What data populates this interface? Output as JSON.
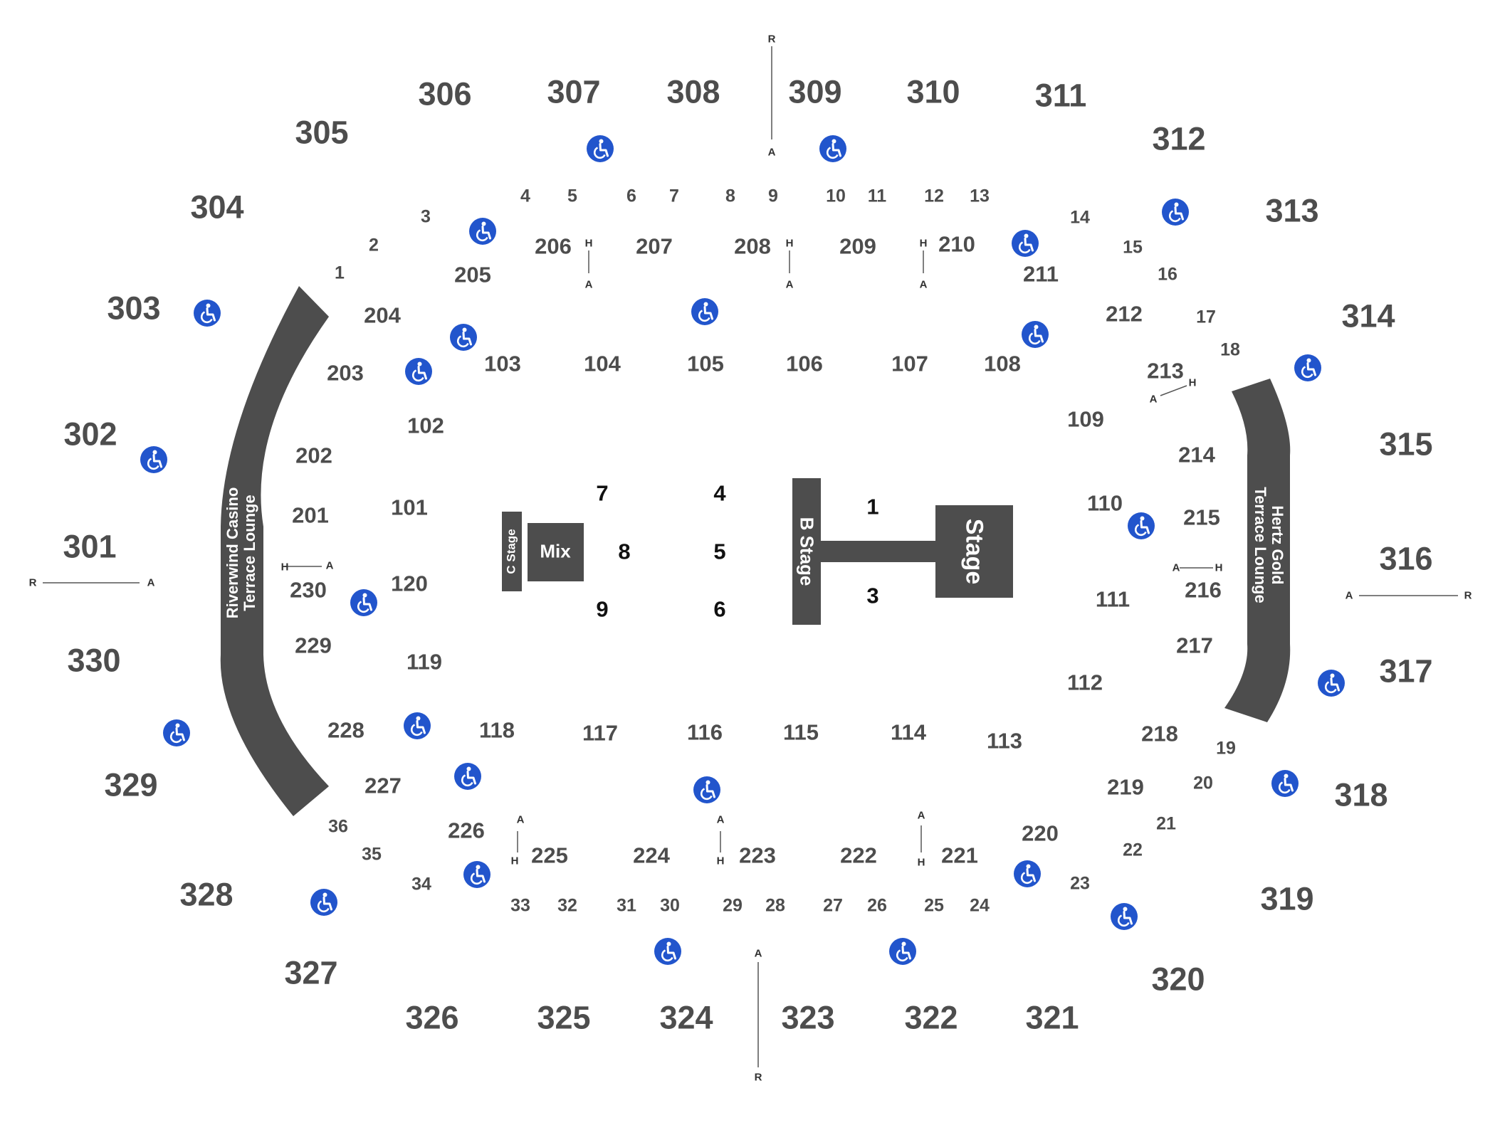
{
  "venue_blocks": {
    "left_lounge": [
      "Riverwind Casino",
      "Terrace Lounge"
    ],
    "right_lounge": [
      "Hertz Gold",
      "Terrace Lounge"
    ],
    "main_stage": "Stage",
    "b_stage": "B Stage",
    "c_stage": "C Stage",
    "mix": "Mix"
  },
  "marker_letters": {
    "A": "A",
    "H": "H",
    "R": "R"
  },
  "sections_300": [
    "301",
    "302",
    "303",
    "304",
    "305",
    "306",
    "307",
    "308",
    "309",
    "310",
    "311",
    "312",
    "313",
    "314",
    "315",
    "316",
    "317",
    "318",
    "319",
    "320",
    "321",
    "322",
    "323",
    "324",
    "325",
    "326",
    "327",
    "328",
    "329",
    "330"
  ],
  "sections_200": [
    "201",
    "202",
    "203",
    "204",
    "205",
    "206",
    "207",
    "208",
    "209",
    "210",
    "211",
    "212",
    "213",
    "214",
    "215",
    "216",
    "217",
    "218",
    "219",
    "220",
    "221",
    "222",
    "223",
    "224",
    "225",
    "226",
    "227",
    "228",
    "229",
    "230"
  ],
  "sections_100": [
    "101",
    "102",
    "103",
    "104",
    "105",
    "106",
    "107",
    "108",
    "109",
    "110",
    "111",
    "112",
    "113",
    "114",
    "115",
    "116",
    "117",
    "118",
    "119",
    "120"
  ],
  "suites": [
    "1",
    "2",
    "3",
    "4",
    "5",
    "6",
    "7",
    "8",
    "9",
    "10",
    "11",
    "12",
    "13",
    "14",
    "15",
    "16",
    "17",
    "18",
    "19",
    "20",
    "21",
    "22",
    "23",
    "24",
    "25",
    "26",
    "27",
    "28",
    "29",
    "30",
    "31",
    "32",
    "33",
    "34",
    "35",
    "36"
  ],
  "floor_sections": [
    "1",
    "3",
    "4",
    "5",
    "6",
    "7",
    "8",
    "9"
  ],
  "colors": {
    "block": "#4d4d4d",
    "text": "#4d4d4d",
    "ada": "#2255cc",
    "floor_text": "#111111"
  },
  "icons": {
    "accessible": "wheelchair-icon"
  }
}
